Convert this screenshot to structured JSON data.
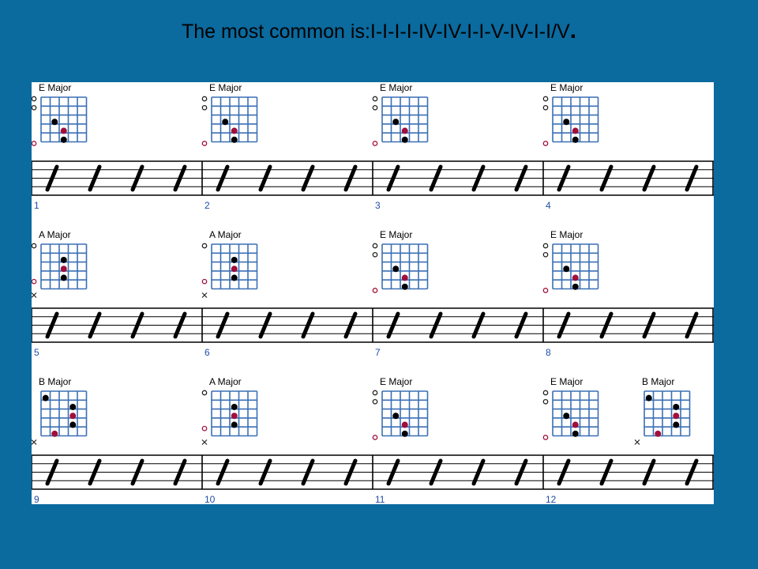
{
  "title": {
    "text": "The most common is:I-I-I-I-IV-IV-I-I-V-IV-I-I/V",
    "period": "."
  },
  "colors": {
    "background": "#0b6a9e",
    "sheet": "#ffffff",
    "fretboard_lines": "#3a6fb5",
    "measure_number": "#1f4fa8",
    "red_marker": "#a0103a",
    "black_marker": "#000000"
  },
  "chord_shapes": {
    "E Major": {
      "open": [
        0,
        1,
        5
      ],
      "muted": [],
      "dots": [
        {
          "string": 2,
          "fret": 1,
          "color": "black"
        },
        {
          "string": 3,
          "fret": 2,
          "color": "red"
        },
        {
          "string": 4,
          "fret": 2,
          "color": "black"
        }
      ]
    },
    "A Major": {
      "open": [
        0,
        4
      ],
      "muted": [
        5
      ],
      "dots": [
        {
          "string": 1,
          "fret": 2,
          "color": "black"
        },
        {
          "string": 2,
          "fret": 2,
          "color": "red"
        },
        {
          "string": 3,
          "fret": 2,
          "color": "black"
        }
      ]
    },
    "B Major": {
      "open": [],
      "muted": [
        5
      ],
      "dots": [
        {
          "string": 0,
          "fret": 0,
          "color": "black"
        },
        {
          "string": 1,
          "fret": 3,
          "color": "black"
        },
        {
          "string": 2,
          "fret": 3,
          "color": "red"
        },
        {
          "string": 3,
          "fret": 3,
          "color": "black"
        },
        {
          "string": 4,
          "fret": 1,
          "color": "red"
        }
      ]
    }
  },
  "rows": [
    {
      "measures": [
        {
          "number": "1",
          "slashes": 4,
          "chords": [
            "E Major"
          ]
        },
        {
          "number": "2",
          "slashes": 4,
          "chords": [
            "E Major"
          ]
        },
        {
          "number": "3",
          "slashes": 4,
          "chords": [
            "E Major"
          ]
        },
        {
          "number": "4",
          "slashes": 4,
          "chords": [
            "E Major"
          ]
        }
      ]
    },
    {
      "measures": [
        {
          "number": "5",
          "slashes": 4,
          "chords": [
            "A Major"
          ]
        },
        {
          "number": "6",
          "slashes": 4,
          "chords": [
            "A Major"
          ]
        },
        {
          "number": "7",
          "slashes": 4,
          "chords": [
            "E Major"
          ]
        },
        {
          "number": "8",
          "slashes": 4,
          "chords": [
            "E Major"
          ]
        }
      ]
    },
    {
      "measures": [
        {
          "number": "9",
          "slashes": 4,
          "chords": [
            "B Major"
          ]
        },
        {
          "number": "10",
          "slashes": 4,
          "chords": [
            "A Major"
          ]
        },
        {
          "number": "11",
          "slashes": 4,
          "chords": [
            "E Major"
          ]
        },
        {
          "number": "12",
          "slashes": 4,
          "chords": [
            "E Major",
            "B Major"
          ]
        }
      ]
    }
  ]
}
